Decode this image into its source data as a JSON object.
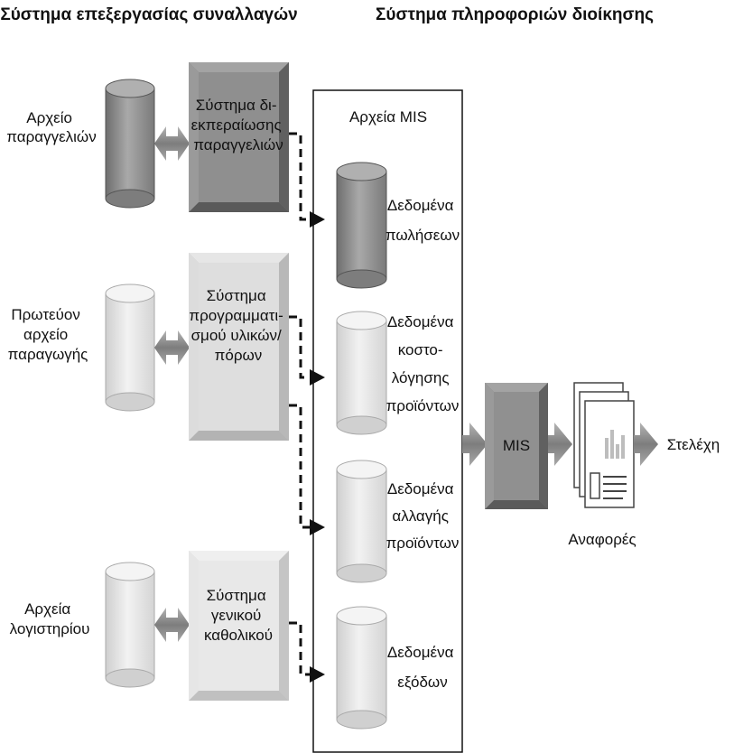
{
  "headers": {
    "tps": "Σύστημα επεξεργασίας συναλλαγών",
    "mis": "Σύστημα πληροφοριών διοίκησης"
  },
  "left_files": [
    {
      "lines": [
        "Αρχείο",
        "παραγγελιών"
      ]
    },
    {
      "lines": [
        "Πρωτεύον",
        "αρχείο",
        "παραγωγής"
      ]
    },
    {
      "lines": [
        "Αρχεία",
        "λογιστηρίου"
      ]
    }
  ],
  "systems": [
    {
      "lines": [
        "Σύστημα δι-",
        "εκπεραίωσης",
        "παραγγελιών"
      ],
      "shade": "dark"
    },
    {
      "lines": [
        "Σύστημα",
        "προγραμματι-",
        "σμού υλικών/",
        "πόρων"
      ],
      "shade": "light"
    },
    {
      "lines": [
        "Σύστημα",
        "γενικού",
        "καθολικού"
      ],
      "shade": "lighter"
    }
  ],
  "mis_files": {
    "title": "Αρχεία MIS",
    "items": [
      {
        "lines": [
          "Δεδομένα",
          "πωλήσεων"
        ],
        "shade": "dark"
      },
      {
        "lines": [
          "Δεδομένα",
          "κοστο-",
          "λόγησης",
          "προϊόντων"
        ],
        "shade": "light"
      },
      {
        "lines": [
          "Δεδομένα",
          "αλλαγής",
          "προϊόντων"
        ],
        "shade": "light"
      },
      {
        "lines": [
          "Δεδομένα",
          "εξόδων"
        ],
        "shade": "light"
      }
    ]
  },
  "mis_box": {
    "label": "MIS"
  },
  "reports": {
    "label": "Αναφορές"
  },
  "executives": {
    "label": "Στελέχη"
  },
  "colors": {
    "dark": "#8f8f8f",
    "light": "#dedede",
    "lighter": "#e8e8e8",
    "arrow": "#8a8a8a",
    "line": "#111111"
  }
}
